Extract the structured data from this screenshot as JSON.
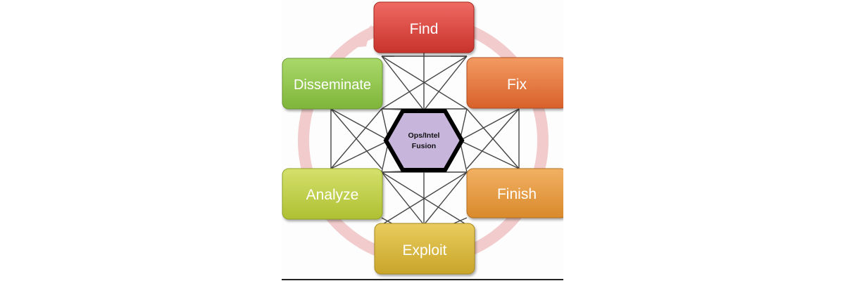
{
  "diagram": {
    "center": {
      "label_line1": "Ops/Intel",
      "label_line2": "Fusion",
      "color": "#c7b5dc"
    },
    "nodes": [
      {
        "key": "find",
        "label": "Find",
        "color_top": "#ef6a63",
        "color_bottom": "#c7332c"
      },
      {
        "key": "fix",
        "label": "Fix",
        "color_top": "#f29a62",
        "color_bottom": "#d8612a"
      },
      {
        "key": "finish",
        "label": "Finish",
        "color_top": "#f2b063",
        "color_bottom": "#d98a2b"
      },
      {
        "key": "exploit",
        "label": "Exploit",
        "color_top": "#e8cc5e",
        "color_bottom": "#c9a52a"
      },
      {
        "key": "analyze",
        "label": "Analyze",
        "color_top": "#d4e06c",
        "color_bottom": "#aec032"
      },
      {
        "key": "disseminate",
        "label": "Disseminate",
        "color_top": "#a9d86a",
        "color_bottom": "#7fb53a"
      }
    ],
    "cycle_ring_color": "#f2c9c9"
  }
}
